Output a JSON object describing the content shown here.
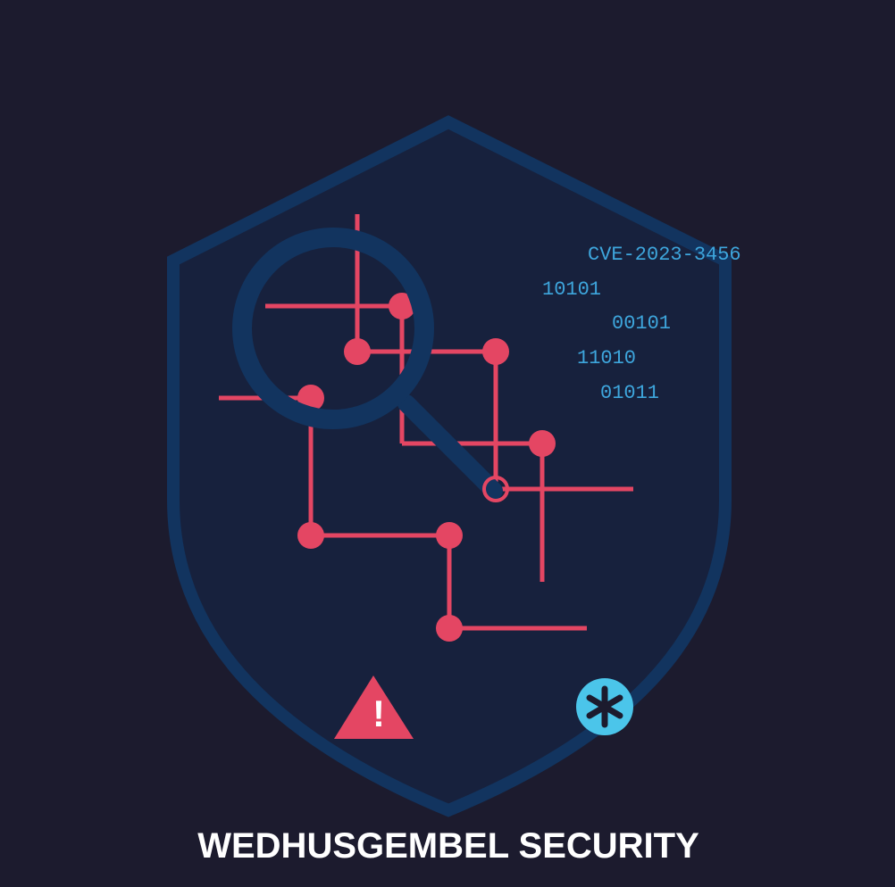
{
  "brand": {
    "name": "WEDHUSGEMBEL SECURITY"
  },
  "code_lines": [
    "CVE-2023-3456",
    "10101",
    "00101",
    "11010",
    "01011"
  ],
  "alert": {
    "symbol": "!",
    "icon": "warning-triangle-icon"
  },
  "badge": {
    "icon": "asterisk-icon"
  },
  "colors": {
    "background": "#1c1b2e",
    "shield_fill": "#17213d",
    "shield_outline": "#12345f",
    "circuit": "#e44663",
    "code_text": "#3ea6dd",
    "badge": "#4bc5ea",
    "brand_text": "#ffffff"
  }
}
